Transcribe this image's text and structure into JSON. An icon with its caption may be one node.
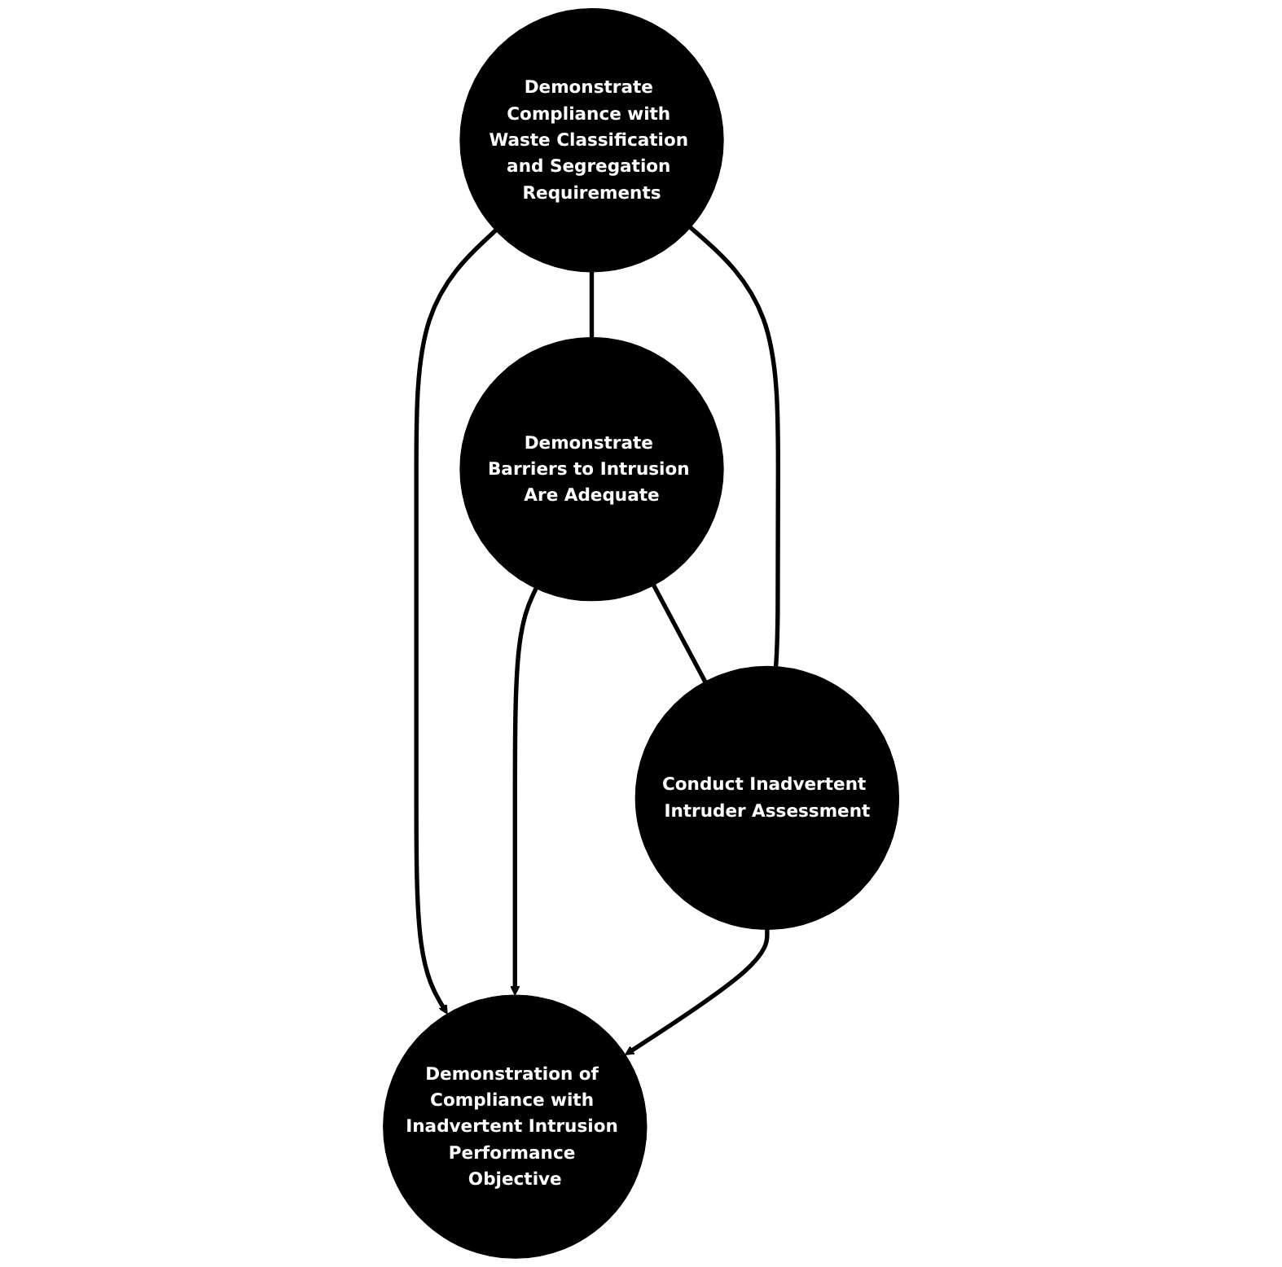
{
  "diagram": {
    "nodes": [
      {
        "text": [
          "Demonstrate Compliance with Waste Classification and Segregation Requirements"
        ]
      },
      {
        "text": [
          "Demonstration of Compliance with Inadvertent Intrusion Performance Objective"
        ]
      },
      {
        "text": [
          "Demonstrate Barriers to Intrusion Are Adequate"
        ]
      },
      {
        "text": [
          "Conduct Inadvertent Intruder Assessment"
        ]
      }
    ],
    "edges": [
      {
        "from": 0,
        "to": 1,
        "arrow": "to"
      },
      {
        "from": 2,
        "to": 1,
        "arrow": "to"
      },
      {
        "from": 3,
        "to": 1,
        "arrow": "to"
      },
      {
        "from": 0,
        "to": 2,
        "arrow": "none"
      },
      {
        "from": 0,
        "to": 3,
        "arrow": "none"
      },
      {
        "from": 2,
        "to": 3,
        "arrow": "none"
      }
    ]
  }
}
